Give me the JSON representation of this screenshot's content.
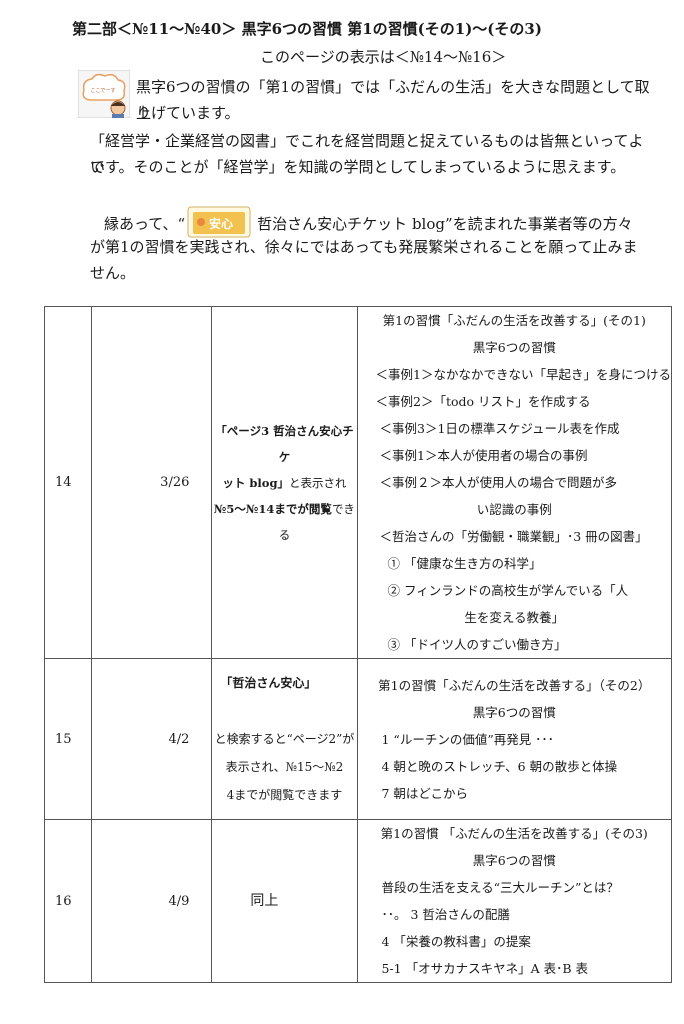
{
  "header": {
    "title": "第二部＜№11～№40＞ 黒字6つの習慣 第1の習慣(その1)～(その3)",
    "subtitle": "このページの表示は＜№14～№16＞"
  },
  "intro": {
    "p1_line1": "黒字6つの習慣の「第1の習慣」では「ふだんの生活」を大きな問題として取り",
    "p1_line2": "上げています。",
    "p2_line1": "「経営学・企業経営の図書」でこれを経営問題と捉えているものは皆無といってよい",
    "p2_line2": "です。そのことが「経営学」を知識の学問としてしまっているように思えます。",
    "p3_prefix": "縁あって、“",
    "p3_suffix": "哲治さん安心チケット blog”を読まれた事業者等の方々",
    "p3_line2": "が第1の習慣を実践され、徐々にではあっても発展繁栄されることを願って止みま",
    "p3_line3": "せん。",
    "badge_text": "安心",
    "mascot_text": "ここでーす"
  },
  "colors": {
    "border": "#555555",
    "badge": "#f2c14e",
    "cloud": "#e8a060"
  },
  "rows": [
    {
      "no": "14",
      "date": "3/26",
      "note_bold": "「ページ3 哲治さん安心チケ",
      "note_bold2": "ット blog」",
      "note_rest": "と表示され",
      "note_line3_bold": "№5～№14までが閲覧",
      "note_line3_rest": "できる",
      "items": [
        "第1の習慣「ふだんの生活を改善する」(その1)",
        "黒字6つの習慣",
        "＜事例1＞なかなかできない「早起き」を身につける",
        "＜事例2＞「todo リスト」を作成する",
        "＜事例3＞1日の標準スケジュール表を作成",
        "＜事例1＞本人が使用者の場合の事例",
        "＜事例２＞本人が使用人の場合で問題が多",
        "い認識の事例",
        "＜哲治さんの「労働観・職業観」･3 冊の図書」",
        "① 「健康な生き方の科学」",
        "② フィンランドの高校生が学んでいる「人",
        "生を変える教養」",
        "③ 「ドイツ人のすごい働き方」"
      ]
    },
    {
      "no": "15",
      "date": "4/2",
      "note_line1": "「哲治さん安心」",
      "note_line2": "と検索すると“ページ2”が",
      "note_line3": "表示され、№15～№2",
      "note_line4": "4までが閲覧できます",
      "items": [
        "第1の習慣「ふだんの生活を改善する」（その2）",
        "黒字6つの習慣",
        "1 “ルーチンの価値”再発見 ･･･",
        "4 朝と晩のストレッチ、6 朝の散歩と体操",
        "7 朝はどこから"
      ]
    },
    {
      "no": "16",
      "date": "4/9",
      "note_line1": "同上",
      "items": [
        "第1の習慣 「ふだんの生活を改善する」(その3)",
        "黒字6つの習慣",
        "普段の生活を支える“三大ルーチン”とは？",
        "･･。 3 哲治さんの配膳",
        "4 「栄養の教科書」の提案",
        "5-1 「オサカナスキヤネ」A 表･B 表"
      ]
    }
  ]
}
